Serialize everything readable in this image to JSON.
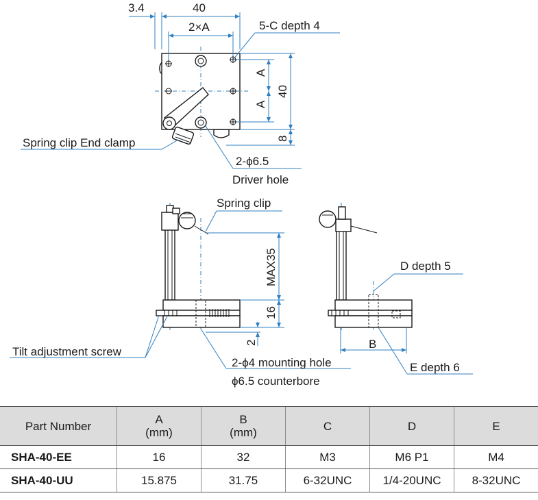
{
  "drawing": {
    "dimensions": {
      "dim_3_4": "3.4",
      "dim_40_top": "40",
      "dim_2xA": "2×A",
      "dim_A_upper": "A",
      "dim_A_lower": "A",
      "dim_40_side": "40",
      "dim_8": "8",
      "dim_max35": "MAX35",
      "dim_16": "16",
      "dim_2": "2",
      "dim_B": "B"
    },
    "callouts": {
      "five_c_depth": "5-C depth 4",
      "spring_clip_end_clamp": "Spring clip End clamp",
      "driver_hole_dia": "2-ϕ6.5",
      "driver_hole": "Driver hole",
      "spring_clip": "Spring clip",
      "d_depth": "D depth 5",
      "tilt_adjustment_screw": "Tilt adjustment screw",
      "mounting_hole": "2-ϕ4 mounting hole",
      "counterbore": "ϕ6.5 counterbore",
      "e_depth": "E depth 6"
    }
  },
  "table": {
    "headers": [
      {
        "main": "Part Number",
        "sub": ""
      },
      {
        "main": "A",
        "sub": "(mm)"
      },
      {
        "main": "B",
        "sub": "(mm)"
      },
      {
        "main": "C",
        "sub": ""
      },
      {
        "main": "D",
        "sub": ""
      },
      {
        "main": "E",
        "sub": ""
      }
    ],
    "rows": [
      [
        "SHA-40-EE",
        "16",
        "32",
        "M3",
        "M6 P1",
        "M4"
      ],
      [
        "SHA-40-UU",
        "15.875",
        "31.75",
        "6-32UNC",
        "1/4-20UNC",
        "8-32UNC"
      ]
    ]
  }
}
